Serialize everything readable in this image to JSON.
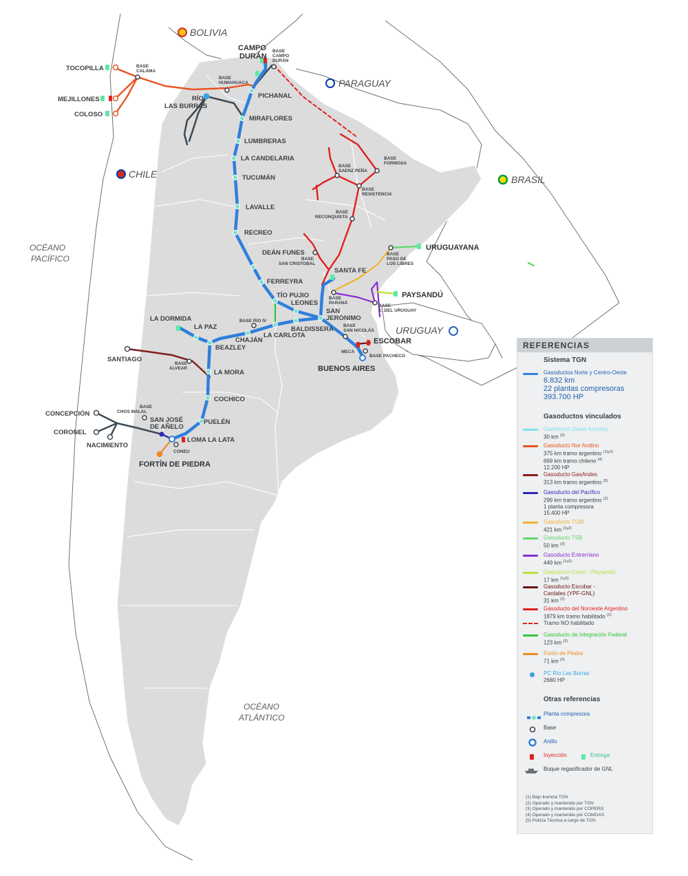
{
  "countries": {
    "bolivia": "BOLIVIA",
    "paraguay": "PARAGUAY",
    "chile": "CHILE",
    "brasil": "BRASIL",
    "uruguay": "URUGUAY"
  },
  "oceans": {
    "pacifico_1": "OCÉANO",
    "pacifico_2": "PACÍFICO",
    "atlantico_1": "OCÉANO",
    "atlantico_2": "ATLÁNTICO"
  },
  "labels": {
    "campo_duran_1": "CAMPO",
    "campo_duran_2": "DURÁN",
    "pichanal": "PICHANAL",
    "miraflores": "MIRAFLORES",
    "lumbreras": "LUMBRERAS",
    "la_candelaria": "LA CANDELARIA",
    "tucuman": "TUCUMÁN",
    "lavalle": "LAVALLE",
    "recreo": "RECREO",
    "dean_funes": "DEÁN FUNES",
    "ferreyra": "FERREYRA",
    "tio_pujio": "TÍO PUJIO",
    "leones": "LEONES",
    "san_jeronimo_1": "SAN",
    "san_jeronimo_2": "JERÓNIMO",
    "baldissera": "BALDISSERA",
    "la_carlota": "LA CARLOTA",
    "chajan": "CHAJÁN",
    "beazley": "BEAZLEY",
    "la_paz": "LA PAZ",
    "la_dormida": "LA DORMIDA",
    "la_mora": "LA MORA",
    "cochico": "COCHICO",
    "puelen": "PUELÉN",
    "loma_la_lata": "LOMA LA LATA",
    "san_jose_1": "SAN JOSÉ",
    "san_jose_2": "DE AÑELO",
    "fortin": "FORTÍN DE PIEDRA",
    "santa_fe": "SANTA FE",
    "escobar": "ESCOBAR",
    "buenos_aires": "BUENOS AIRES",
    "uruguayana": "URUGUAYANA",
    "paysandu": "PAYSANDÚ",
    "tocopilla": "TOCOPILLA",
    "mejillones": "MEJILLONES",
    "coloso": "COLOSO",
    "rio_burras_1": "RÍO",
    "rio_burras_2": "LAS BURRAS",
    "santiago": "SANTIAGO",
    "concepcion": "CONCEPCIÓN",
    "coronel": "CORONEL",
    "nacimiento": "NACIMIENTO",
    "meca": "MECA"
  },
  "bases": {
    "campo_duran_1": "BASE",
    "campo_duran_2": "CAMPO",
    "campo_duran_3": "DURÁN",
    "humahuaca_1": "BASE",
    "humahuaca_2": "HUMAHUACA",
    "calama_1": "BASE",
    "calama_2": "CALAMA",
    "formosa_1": "BASE",
    "formosa_2": "FORMOSA",
    "saenz_1": "BASE",
    "saenz_2": "SAENZ PEÑA",
    "resistencia_1": "BASE",
    "resistencia_2": "RESISTENCIA",
    "reconquista_1": "BASE",
    "reconquista_2": "RECONQUISTA",
    "san_cristobal_1": "BASE",
    "san_cristobal_2": "SAN CRISTOBAL",
    "paso_1": "BASE",
    "paso_2": "PASO DE",
    "paso_3": "LOS LIBRES",
    "parana_1": "BASE",
    "parana_2": "PARANÁ",
    "cdelu_1": "BASE",
    "cdelu_2": "C. DEL URUGUAY",
    "rio4": "BASE RIO IV",
    "san_nicolas_1": "BASE",
    "san_nicolas_2": "SAN NICOLÁS",
    "pacheco": "BASE PACHECO",
    "alvear_1": "BASE",
    "alvear_2": "ALVEAR",
    "chos_malal_1": "BASE",
    "chos_malal_2": "CHOS MALAL",
    "coneu": "CONEU"
  },
  "legend": {
    "title": "REFERENCIAS",
    "sistema_tgn": "Sistema TGN",
    "tgn_name": "Gasoductos Norte y Centro-Oeste",
    "tgn_km": "6.832 km",
    "tgn_plants": "22 plantas compresoras",
    "tgn_hp": "393.700 HP",
    "vinculados": "Gasoductos vinculados",
    "items": [
      {
        "name": "Gasoducto Juana Azurduy",
        "l1": "30 km",
        "n1": "(2)",
        "l2": "",
        "n2": "",
        "l3": "",
        "n3": "",
        "color": "#7fe0ef"
      },
      {
        "name": "Gasoducto Nor Andino",
        "l1": "375 km tramo argentino",
        "n1": "(1)y2)",
        "l2": "669 km tramo chileno",
        "n2": "(4)",
        "l3": "12.200 HP",
        "n3": "",
        "color": "#e8531f"
      },
      {
        "name": "Gasoducto GasAndes",
        "l1": "313 km tramo argentino",
        "n1": "(5)",
        "l2": "",
        "n2": "",
        "l3": "",
        "n3": "",
        "color": "#8a1c1c"
      },
      {
        "name": "Gasoducto del Pacífico",
        "l1": "299 km tramo argentino",
        "n1": "(2)",
        "l2": "1 planta compresora",
        "n2": "",
        "l3": "15.400 HP",
        "n3": "",
        "color": "#2a2ab8"
      },
      {
        "name": "Gasoducto TGM",
        "l1": "421 km",
        "n1": "(1y2)",
        "l2": "",
        "n2": "",
        "l3": "",
        "n3": "",
        "color": "#f2b12e"
      },
      {
        "name": "Gasoducto TSB",
        "l1": "50 km",
        "n1": "(3)",
        "l2": "",
        "n2": "",
        "l3": "",
        "n3": "",
        "color": "#5ed86a"
      },
      {
        "name": "Gasoducto Entrerriano",
        "l1": "449 km",
        "n1": "(1y2)",
        "l2": "",
        "n2": "",
        "l3": "",
        "n3": "",
        "color": "#8a2bd0"
      },
      {
        "name": "Gasoducto Colon - Paysandú",
        "l1": "17 km",
        "n1": "(1y2)",
        "l2": "",
        "n2": "",
        "l3": "",
        "n3": "",
        "color": "#b8e23a"
      },
      {
        "name": "Gasoducto Escobar -",
        "name2": "Cardales (YPF-GNL)",
        "l1": "31 km",
        "n1": "(2)",
        "l2": "",
        "n2": "",
        "l3": "",
        "n3": "",
        "color": "#6a1414"
      },
      {
        "name": "Gasoducto del Noroeste Argentino",
        "l1": "1879 km tramo habilitado",
        "n1": "(2)",
        "l2": "Tramo NO habilitado",
        "n2": "",
        "l3": "",
        "n3": "",
        "color": "#e02020"
      },
      {
        "name": "Gasoducto de Integración Federal",
        "l1": "123 km",
        "n1": "(2)",
        "l2": "",
        "n2": "",
        "l3": "",
        "n3": "",
        "color": "#33c43a"
      },
      {
        "name": "Fortín de Piedra",
        "l1": "71 km",
        "n1": "(2)",
        "l2": "",
        "n2": "",
        "l3": "",
        "n3": "",
        "color": "#f08a26"
      },
      {
        "name": "PC Río Las Burras",
        "l1": "2680 HP",
        "n1": "",
        "l2": "",
        "n2": "",
        "l3": "",
        "n3": "",
        "color": "#3aa0e8"
      }
    ],
    "otras": "Otras referencias",
    "planta": "Planta compresora",
    "base": "Base",
    "anillo": "Anillo",
    "inyeccion": "Inyección",
    "entrega": "Entrega",
    "buque": "Buque regasificador de GNL",
    "notes": [
      "(1) Bajo licencia TGN",
      "(2) Operado y mantenido por TGN",
      "(3) Operado y mantenido por COPERG",
      "(4) Operado y mantenido por COMGAS",
      "(5) Policía Técnica a cargo de TGN"
    ]
  },
  "colors": {
    "tgn": "#2f7fdc",
    "nor_andino": "#e8531f",
    "gasandes": "#8a1c1c",
    "pacifico": "#2a2ab8",
    "tgm": "#f2b12e",
    "tsb": "#5ed86a",
    "entrerriano": "#8a2bd0",
    "colon": "#b8e23a",
    "noroeste": "#e02020",
    "federal": "#33c43a",
    "fortin": "#f08a26",
    "burras": "#3aa0e8",
    "chile_lines": "#3d4a55",
    "land": "#dcdcdc",
    "land_neighbor": "#ffffff",
    "border": "#6b7075"
  }
}
